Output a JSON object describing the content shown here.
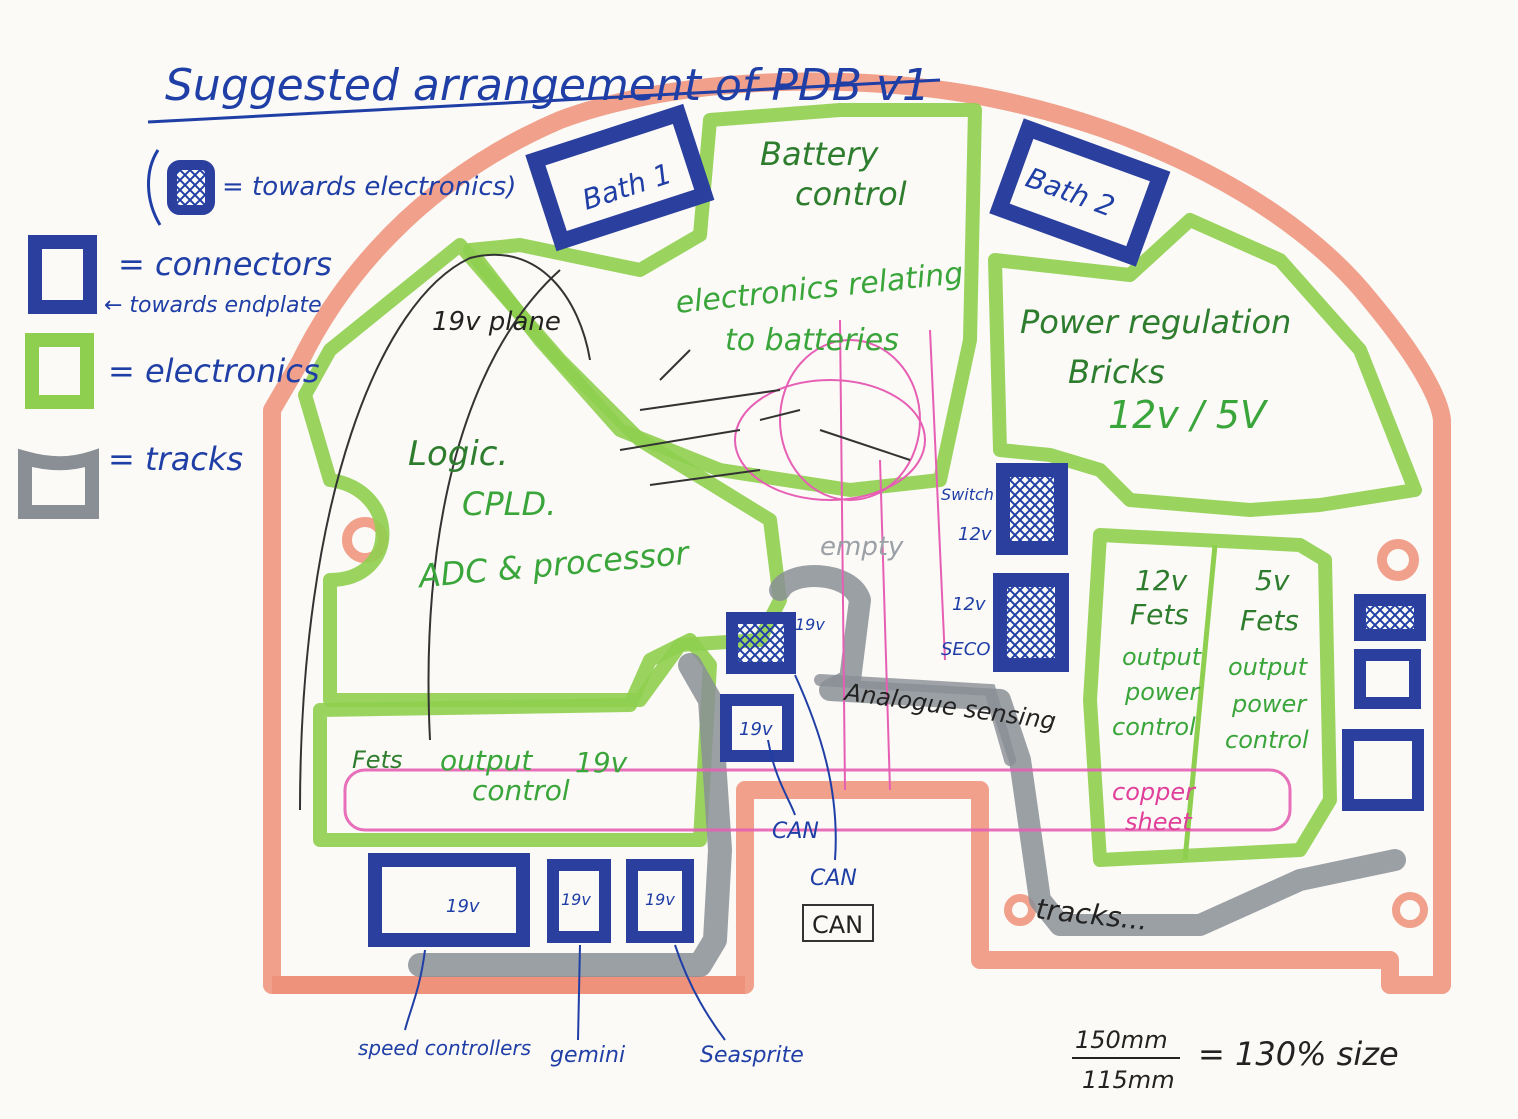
{
  "title": "Suggested arrangement of PDB v1",
  "legend": {
    "towards_electronics": "= towards electronics)",
    "connectors": "= connectors",
    "towards_endplate": "← towards endplate",
    "electronics": "= electronics",
    "tracks": "= tracks"
  },
  "connectors": {
    "bath1": "Bath 1",
    "bath2": "Bath 2",
    "switch": "Switch",
    "switch_12v": "12v",
    "seco_12v": "12v",
    "seco": "SECO",
    "v19_mid": "19v",
    "v19_low": "19v",
    "speed": "19v",
    "gemini": "19v",
    "seasprite": "19v"
  },
  "regions": {
    "battery_control_1": "Battery",
    "battery_control_2": "control",
    "electronics_rel_1": "electronics relating",
    "electronics_rel_2": "to batteries",
    "power_reg": "Power regulation",
    "bricks": "Bricks",
    "bricks_v": "12v / 5V",
    "logic": "Logic.",
    "cpld": "CPLD.",
    "adc": "ADC & processor",
    "plane": "19v plane",
    "empty": "empty",
    "fets": "Fets",
    "output": "output",
    "fets_19v": "19v",
    "control": "control",
    "fets12_v": "12v",
    "fets12": "Fets",
    "out12_1": "output",
    "out12_2": "power",
    "out12_3": "control",
    "fets5_v": "5v",
    "fets5": "Fets",
    "out5_1": "output",
    "out5_2": "power",
    "out5_3": "control",
    "copper_1": "copper",
    "copper_2": "sheet",
    "analogue": "Analogue sensing",
    "tracks": "tracks..."
  },
  "callouts": {
    "can1": "CAN",
    "can2": "CAN",
    "can_box": "CAN",
    "speed_controllers": "speed controllers",
    "gemini": "gemini",
    "seasprite": "Seasprite"
  },
  "scale": {
    "num": "150mm",
    "den": "115mm",
    "result": "= 130% size"
  },
  "colors": {
    "board_outline": "#ef8f78",
    "connector": "#2a3f9e",
    "electronics": "#8fcf4f",
    "tracks": "#8a8f96",
    "pink": "#e65fb4",
    "ink_blue": "#1f3fa6",
    "ink_green": "#3aa53a"
  }
}
